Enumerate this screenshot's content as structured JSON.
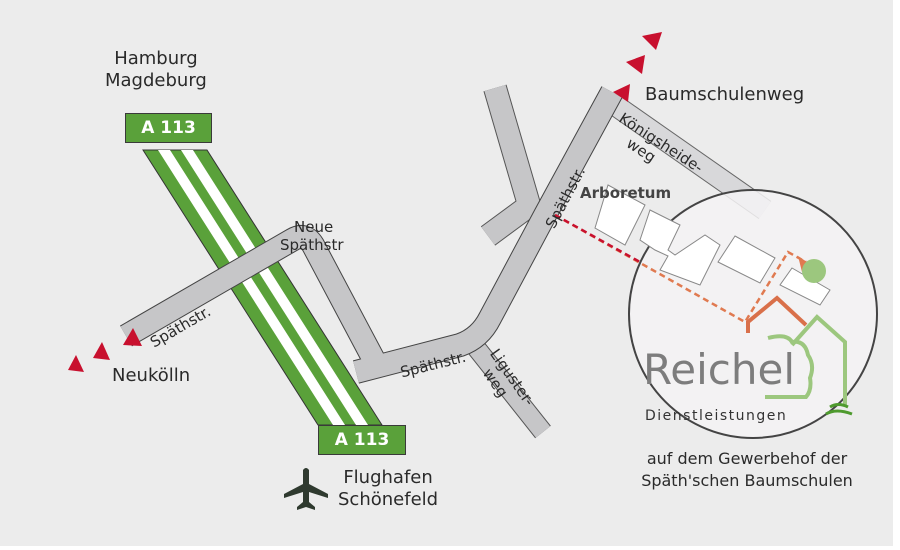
{
  "destinations": {
    "north": [
      "Hamburg",
      "Magdeburg"
    ],
    "west": "Neukölln",
    "northeast": "Baumschulenweg",
    "south": [
      "Flughafen",
      "Schönefeld"
    ]
  },
  "motorway": {
    "label_top": "A 113",
    "label_bottom": "A 113"
  },
  "streets": {
    "spaethstr_west": "Späthstr.",
    "neue_spaethstr": [
      "Neue",
      "Späthstr"
    ],
    "spaethstr_south": "Späthstr.",
    "spaethstr_north": "Späthstr.",
    "ligusterweg": [
      "Liguster-",
      "weg"
    ],
    "koenigsheideweg": [
      "Königsheide-",
      "weg"
    ]
  },
  "landmarks": {
    "arboretum": "Arboretum"
  },
  "logo": {
    "name": "Reichel",
    "subtitle": "Dienstleistungen"
  },
  "caption": [
    "auf dem Gewerbehof der",
    "Späth'schen Baumschulen"
  ],
  "colors": {
    "motorway": "#5aa13a",
    "road": "#c6c6c8",
    "marker": "#c8102e",
    "route": "#e07a50",
    "logo_green": "#9cc77e",
    "logo_orange": "#d9704a"
  }
}
